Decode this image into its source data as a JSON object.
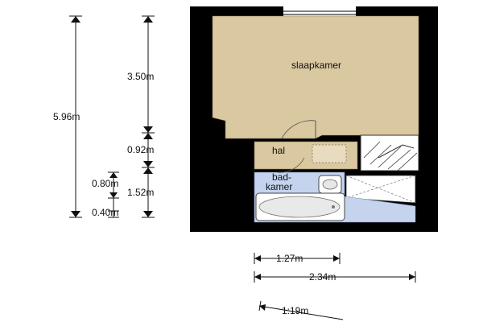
{
  "rooms": {
    "bedroom": "slaapkamer",
    "hall": "hal",
    "bathroom_line1": "bad-",
    "bathroom_line2": "kamer"
  },
  "dimensions": {
    "total_height": "5.96m",
    "bedroom_height": "3.50m",
    "hall_height": "0.92m",
    "bath_height": "1.52m",
    "bath_upper": "0.80m",
    "bath_lower": "0.40m",
    "width_small": "1.27m",
    "width_total": "2.34m",
    "direction": "1:19m"
  },
  "colors": {
    "wall": "#000000",
    "bedroom_floor": "#d9c8a0",
    "hall_floor": "#d9c8a0",
    "bath_floor": "#c5d3ef",
    "stair_area": "#ffffff"
  }
}
